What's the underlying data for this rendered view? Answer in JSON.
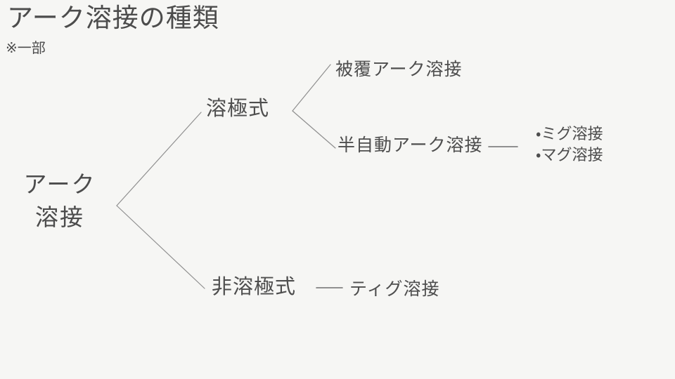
{
  "page": {
    "title": "アーク溶接の種類",
    "note": "※一部",
    "background_color": "#f6f6f4",
    "text_color": "#4c4c4c",
    "line_color": "#8f8f8f"
  },
  "tree": {
    "root": {
      "label_line1": "アーク",
      "label_line2": "溶接"
    },
    "branches": [
      {
        "label": "溶極式",
        "children": [
          {
            "label": "被覆アーク溶接",
            "items": []
          },
          {
            "label": "半自動アーク溶接",
            "items": [
              "・ミグ溶接",
              "・マグ溶接"
            ]
          }
        ]
      },
      {
        "label": "非溶極式",
        "children": [
          {
            "label": "ティグ溶接",
            "items": []
          }
        ]
      }
    ]
  }
}
